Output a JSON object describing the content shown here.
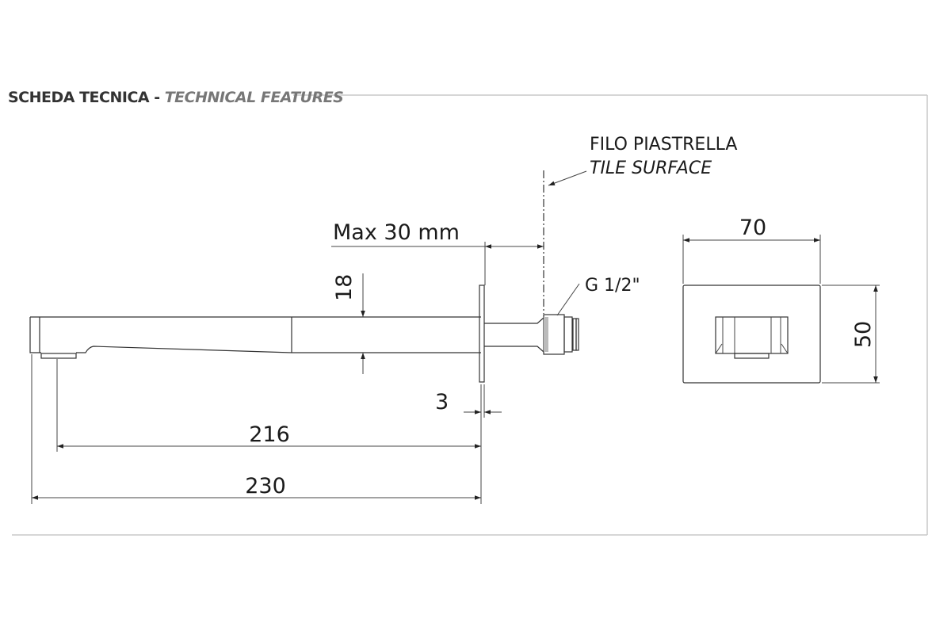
{
  "header": {
    "title_it": "SCHEDA TECNICA - ",
    "title_en": "TECHNICAL FEATURES"
  },
  "labels": {
    "tile_it": "FILO PIASTRELLA",
    "tile_en": "TILE SURFACE",
    "max": "Max 30 mm",
    "thread": "G 1/2\""
  },
  "dimensions": {
    "height": "18",
    "flange": "3",
    "projection": "216",
    "total": "230",
    "plate_width": "70",
    "plate_height": "50"
  }
}
